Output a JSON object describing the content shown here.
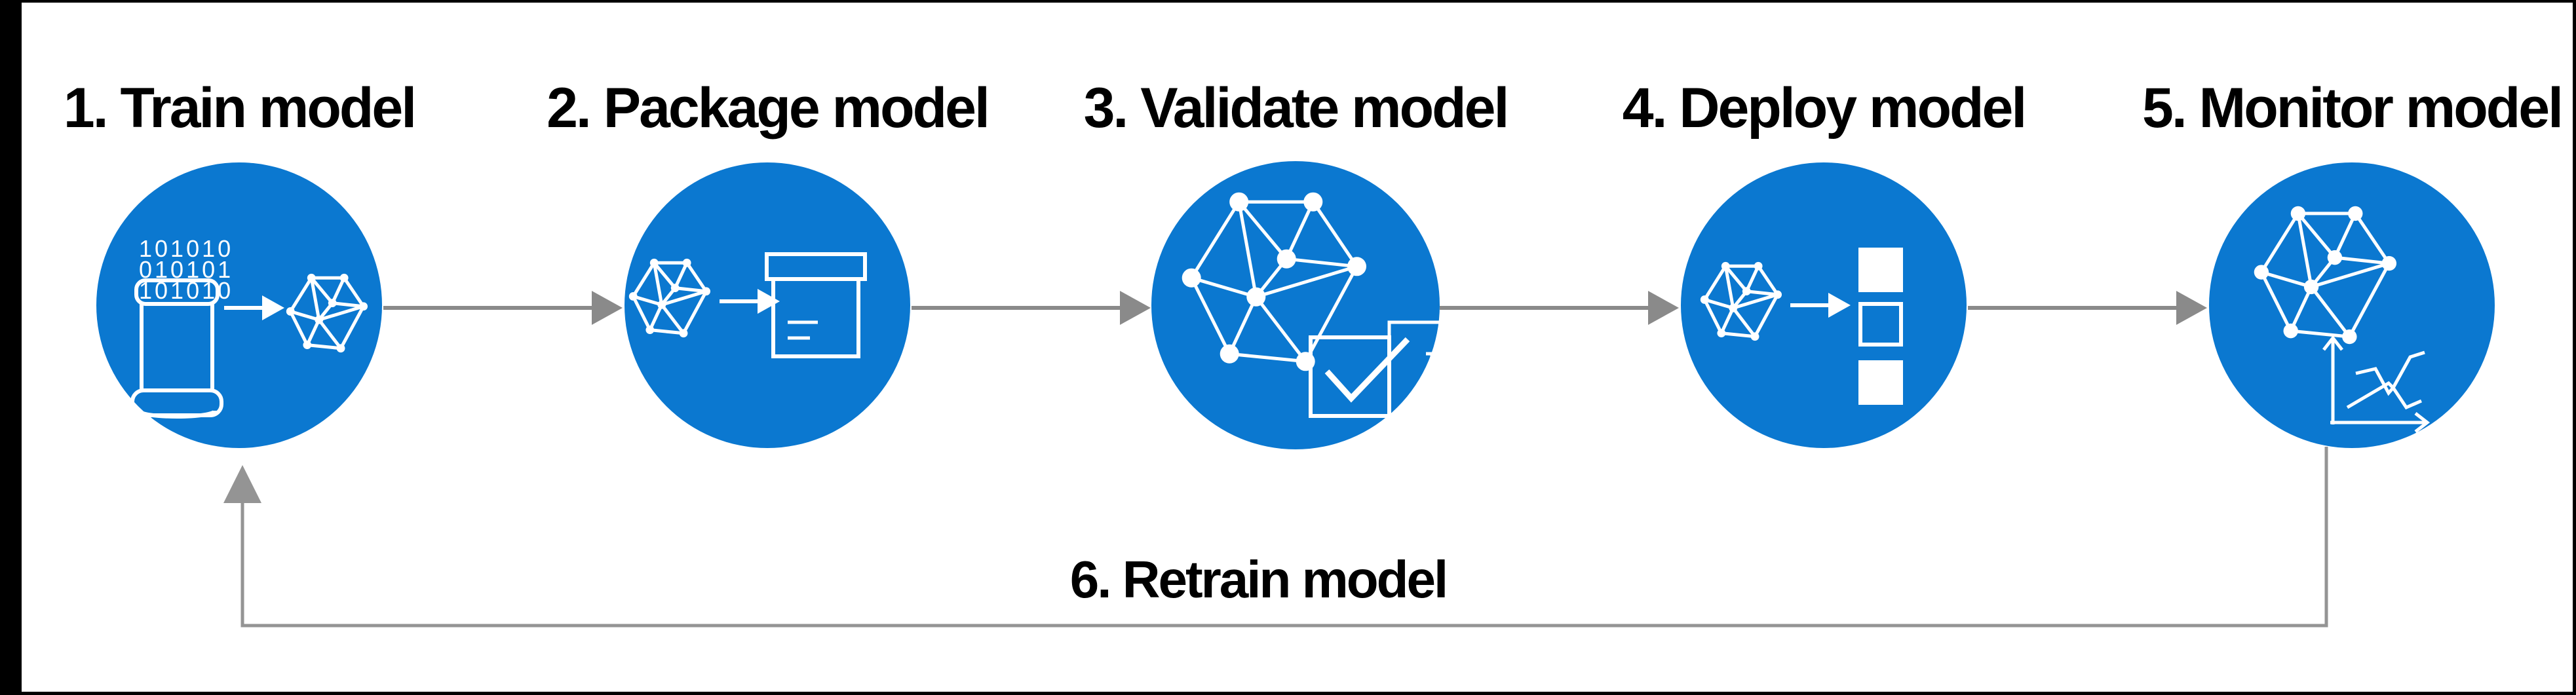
{
  "diagram": {
    "steps": [
      {
        "label": "1. Train model",
        "icons": [
          "database-cylinder-icon",
          "arrow-right-icon",
          "network-graph-icon"
        ]
      },
      {
        "label": "2. Package model",
        "icons": [
          "network-graph-icon",
          "arrow-right-icon",
          "package-box-icon"
        ]
      },
      {
        "label": "3. Validate model",
        "icons": [
          "network-graph-icon",
          "checkbox-checkmark-icon",
          "flask-icon"
        ]
      },
      {
        "label": "4. Deploy model",
        "icons": [
          "network-graph-icon",
          "arrow-right-icon",
          "deployment-stack-icon"
        ]
      },
      {
        "label": "5. Monitor model",
        "icons": [
          "network-graph-icon",
          "line-chart-icon"
        ]
      }
    ],
    "loop": {
      "label": "6. Retrain model"
    },
    "binary_rows": [
      "101010",
      "010101",
      "101010"
    ],
    "colors": {
      "circle_blue": "#0b78d0",
      "arrow_gray": "#8a8a8a",
      "loop_gray": "#949494",
      "icon_white": "#ffffff",
      "label_black": "#000000",
      "background": "#ffffff",
      "frame": "#000000"
    }
  }
}
